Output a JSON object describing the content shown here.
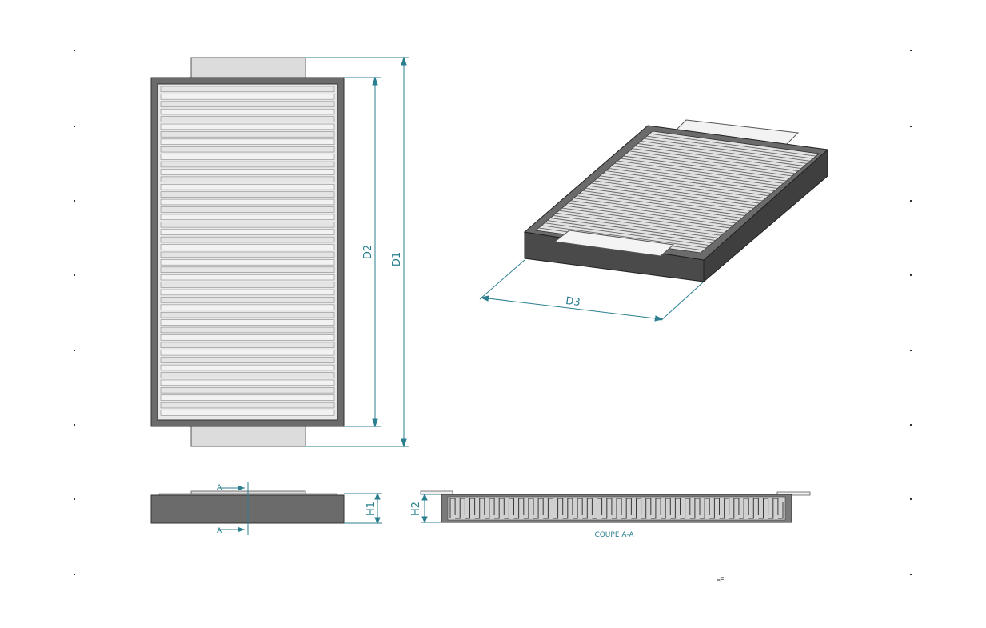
{
  "colors": {
    "dimension": "#2a7f8f",
    "frame": "#6b6b6b",
    "frame_dark": "#4a4a4a",
    "pleat_light": "#e6e6e6",
    "pleat_line": "#8a8a8a",
    "tab": "#dcdcdc"
  },
  "labels": {
    "d1": "D1",
    "d2": "D2",
    "d3": "D3",
    "h1": "H1",
    "h2": "H2",
    "section_marker_top": "A",
    "section_marker_bottom": "A",
    "section_title": "COUPE A-A",
    "corner_mark": "E"
  },
  "pleats": {
    "front_view_count": 44,
    "iso_view_count": 40,
    "section_count": 34
  }
}
